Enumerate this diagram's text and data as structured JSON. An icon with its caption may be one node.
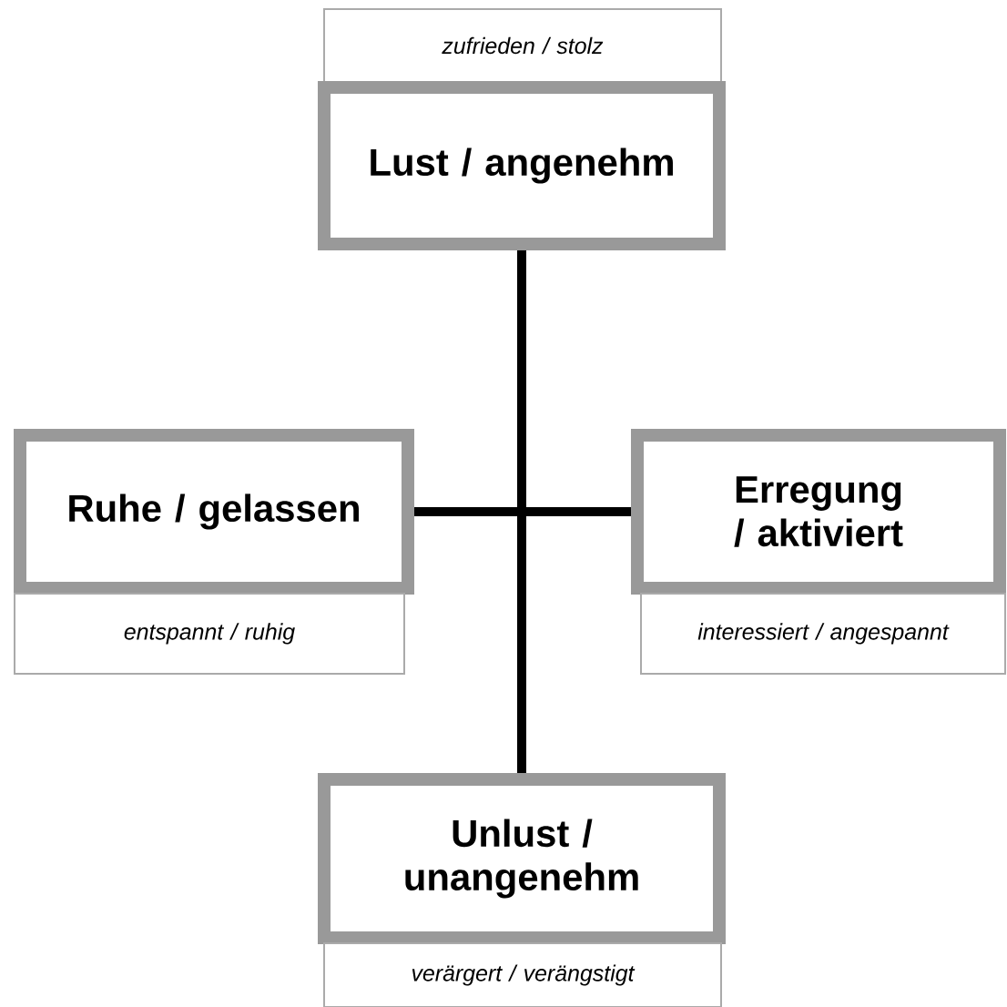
{
  "diagram": {
    "nodes": [
      {
        "text": [
          "zufrieden / stolz"
        ]
      },
      {
        "text": [
          "Lust / angenehm"
        ]
      },
      {
        "text": [
          "Ruhe / gelassen"
        ]
      },
      {
        "text": [
          "Erregung / aktiviert"
        ]
      },
      {
        "text": [
          "entspannt / ruhig"
        ]
      },
      {
        "text": [
          "interessiert / angespannt"
        ]
      },
      {
        "text": [
          "Unlust / unangenehm"
        ]
      },
      {
        "text": [
          "verärgert / verängstigt"
        ]
      }
    ],
    "edges": [
      {
        "from": 1,
        "to": 6,
        "arrow": "none"
      },
      {
        "from": 2,
        "to": 3,
        "arrow": "none"
      }
    ]
  }
}
